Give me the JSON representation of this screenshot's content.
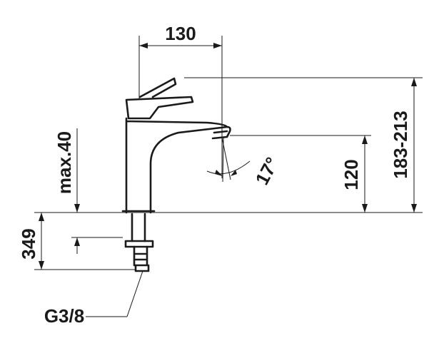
{
  "drawing": {
    "dimensions": {
      "projection": "130",
      "total_height": "183-213",
      "spout_height": "120",
      "deck_thickness": "max.40",
      "shank_length": "349",
      "spray_angle": "17°",
      "connection": "G3/8"
    }
  }
}
